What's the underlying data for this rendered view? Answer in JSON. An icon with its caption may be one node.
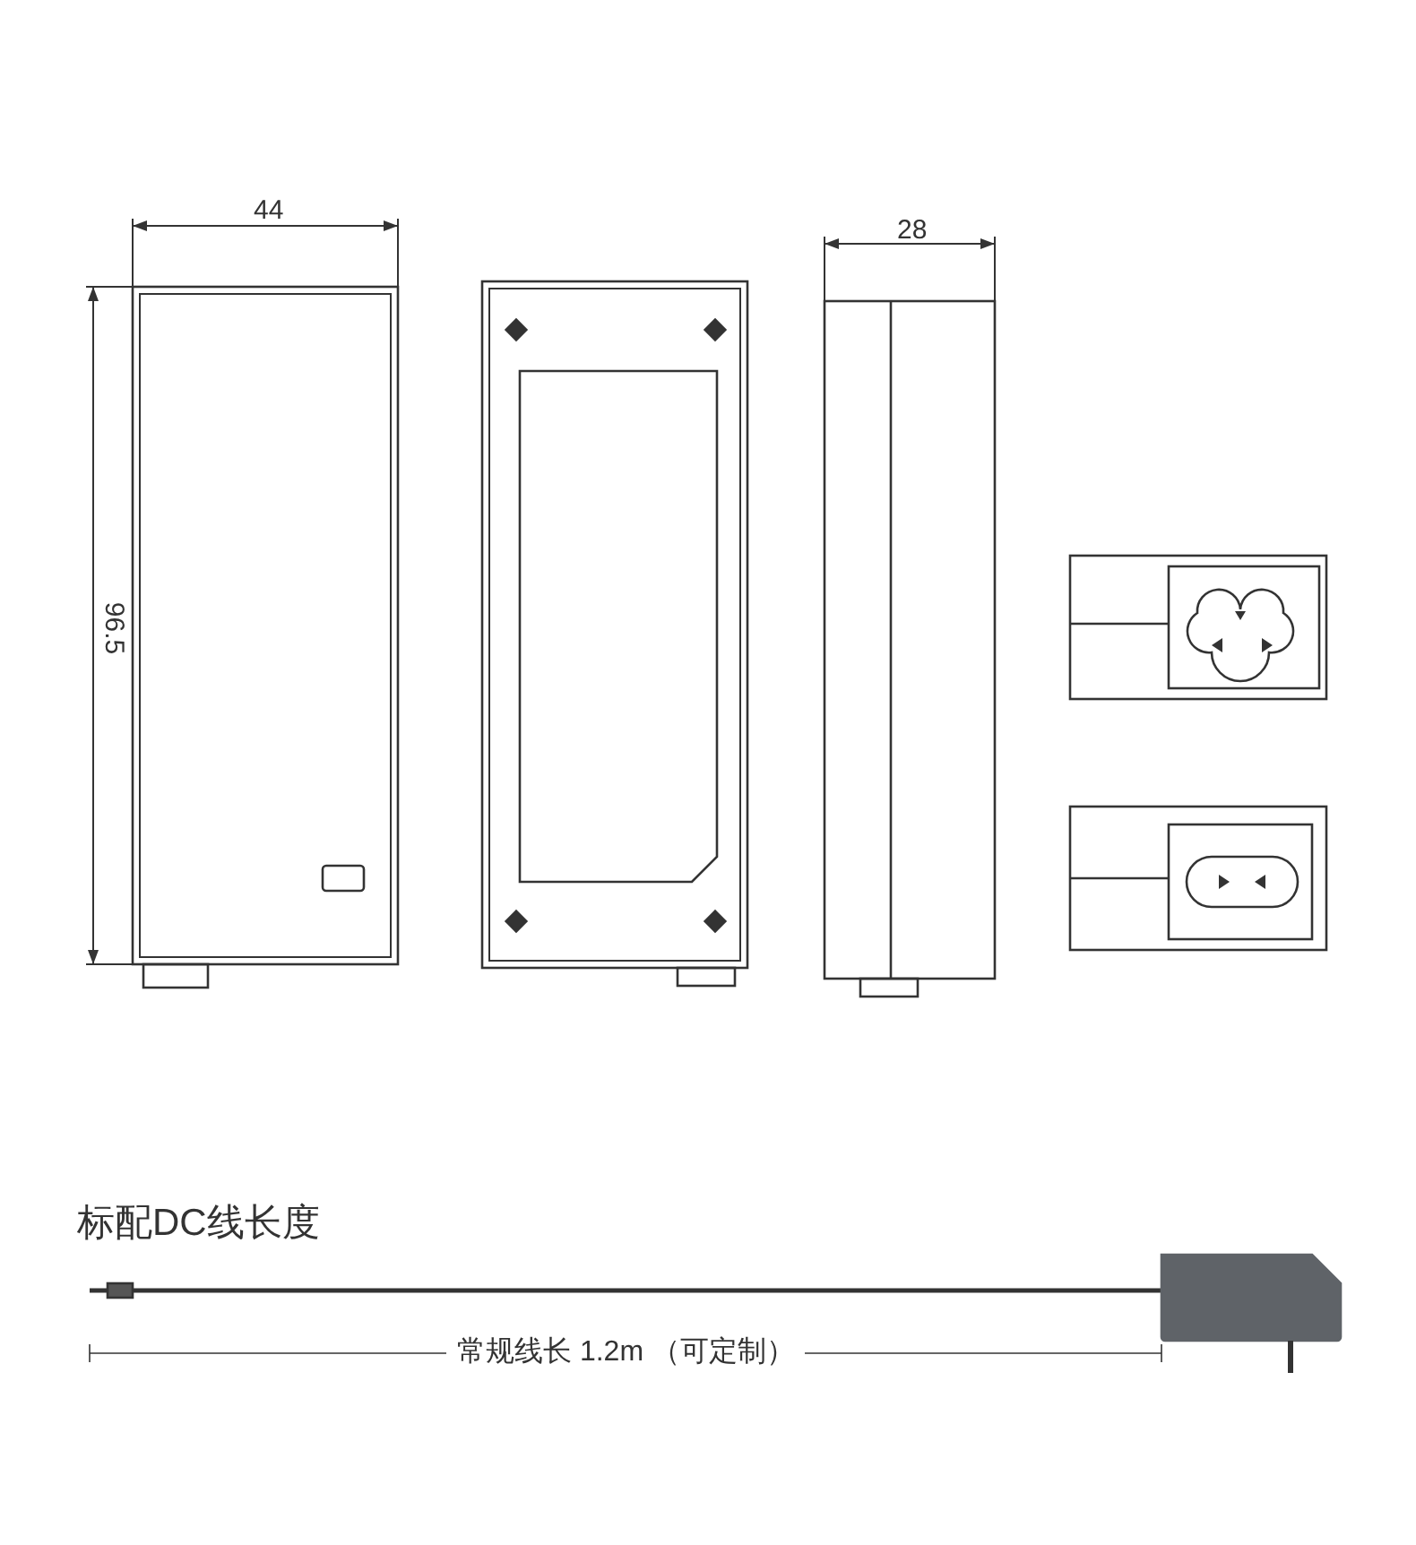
{
  "diagram": {
    "labels": [
      "44",
      "96.5",
      "28",
      "标配DC线长度",
      "常规线长 1.2m （可定制）"
    ]
  }
}
